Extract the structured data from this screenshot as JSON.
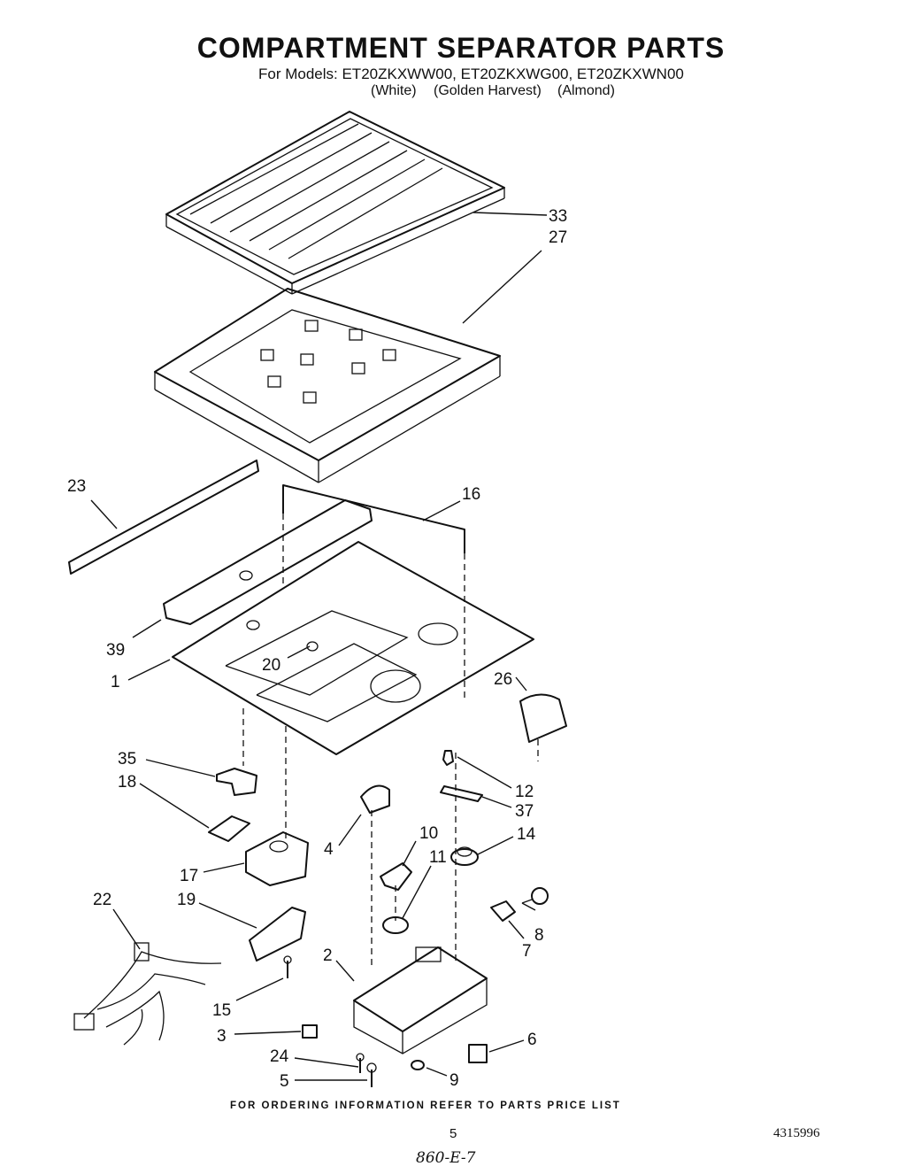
{
  "header": {
    "title": "COMPARTMENT SEPARATOR PARTS",
    "models_line": "For Models: ET20ZKXWW00, ET20ZKXWG00, ET20ZKXWN00",
    "color_white": "(White)",
    "color_golden": "(Golden Harvest)",
    "color_almond": "(Almond)"
  },
  "callouts": [
    "33",
    "27",
    "23",
    "16",
    "39",
    "20",
    "1",
    "26",
    "35",
    "18",
    "12",
    "37",
    "4",
    "10",
    "14",
    "11",
    "17",
    "22",
    "19",
    "8",
    "7",
    "2",
    "15",
    "3",
    "6",
    "24",
    "9",
    "5"
  ],
  "footer": {
    "ordering_note": "FOR ORDERING INFORMATION REFER TO PARTS PRICE LIST",
    "page_number": "5",
    "document_number": "4315996",
    "handwritten_note": "860-E-7"
  }
}
